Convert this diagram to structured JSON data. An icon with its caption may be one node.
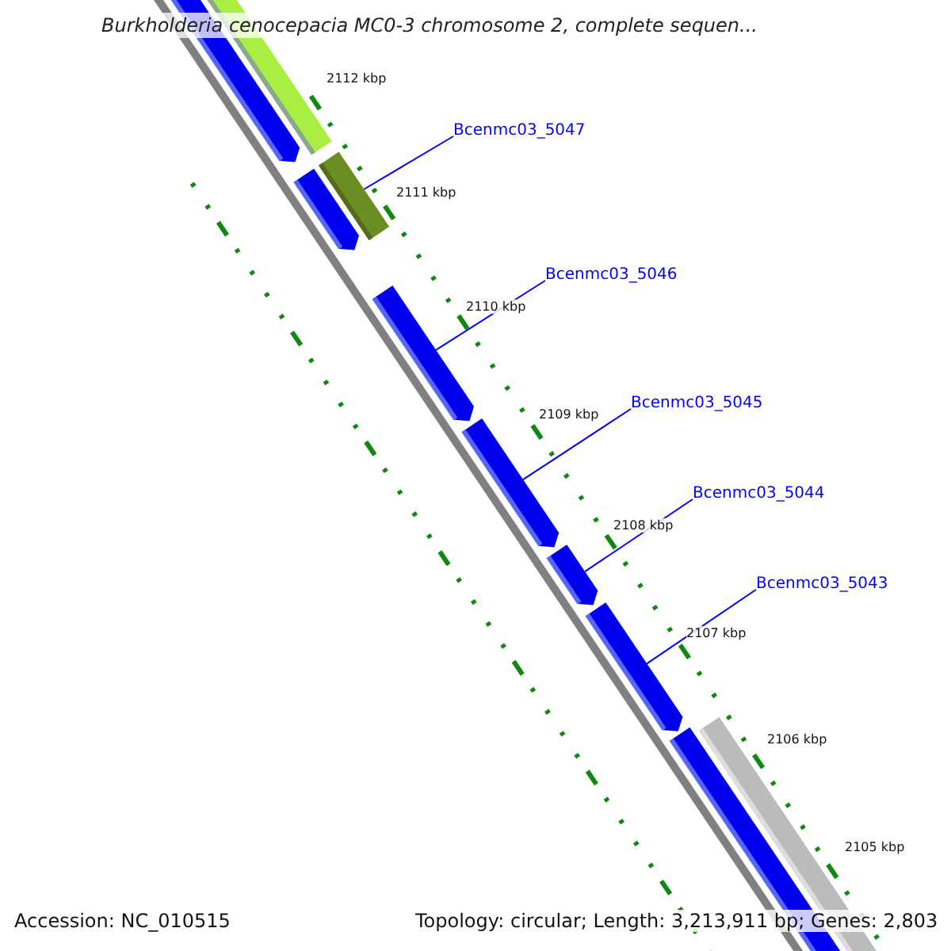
{
  "diagram": {
    "title": "Burkholderia cenocepacia MC0-3 chromosome 2, complete sequen...",
    "nodes": [
      {
        "text": [
          "Bcenmc03_5047"
        ]
      },
      {
        "text": [
          "Bcenmc03_5046"
        ]
      },
      {
        "text": [
          "Bcenmc03_5045"
        ]
      },
      {
        "text": [
          "Bcenmc03_5044"
        ]
      },
      {
        "text": [
          "Bcenmc03_5043"
        ]
      },
      {
        "text": [],
        "shape": "bar"
      },
      {
        "text": [],
        "shape": "bar"
      },
      {
        "text": [],
        "shape": "bar"
      },
      {
        "text": [],
        "shape": "bar"
      },
      {
        "text": [],
        "shape": "bar"
      }
    ],
    "edges": [
      {
        "from": 0,
        "to": 5,
        "arrow": "none"
      },
      {
        "from": 1,
        "to": 6,
        "arrow": "none"
      },
      {
        "from": 2,
        "to": 7,
        "arrow": "none"
      },
      {
        "from": 3,
        "to": 8,
        "arrow": "none"
      },
      {
        "from": 4,
        "to": 9,
        "arrow": "none"
      }
    ],
    "labels": [
      "2112 kbp",
      "2111 kbp",
      "2110 kbp",
      "2109 kbp",
      "2108 kbp",
      "2107 kbp",
      "2106 kbp",
      "2105 kbp",
      "Accession: NC_010515",
      "Topology: circular; Length: 3,213,911 bp; Genes: 2,803"
    ]
  }
}
